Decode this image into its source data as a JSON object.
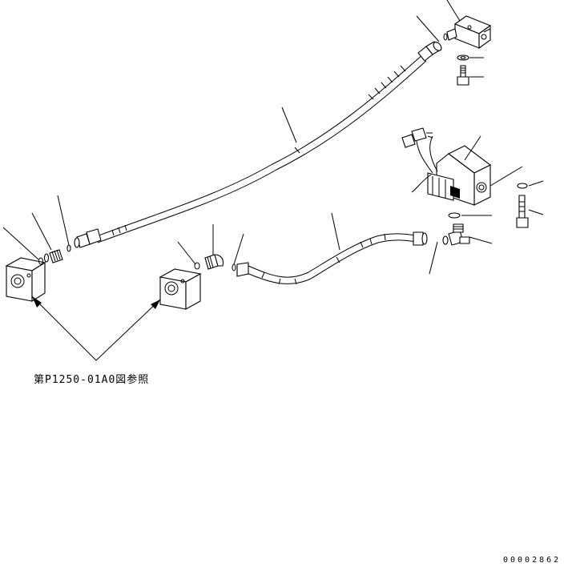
{
  "diagram": {
    "reference_note": "第P1250-01A0図参照",
    "sheet_number": "00002862"
  },
  "parts": [
    {
      "name": "left-valve-block"
    },
    {
      "name": "center-valve-block"
    },
    {
      "name": "upper-right-valve-block"
    },
    {
      "name": "solenoid-valve-assembly"
    },
    {
      "name": "long-hose"
    },
    {
      "name": "short-hose"
    },
    {
      "name": "straight-fitting"
    },
    {
      "name": "elbow-fitting"
    },
    {
      "name": "tee-fitting"
    },
    {
      "name": "o-ring"
    },
    {
      "name": "washer"
    },
    {
      "name": "bolt"
    }
  ]
}
